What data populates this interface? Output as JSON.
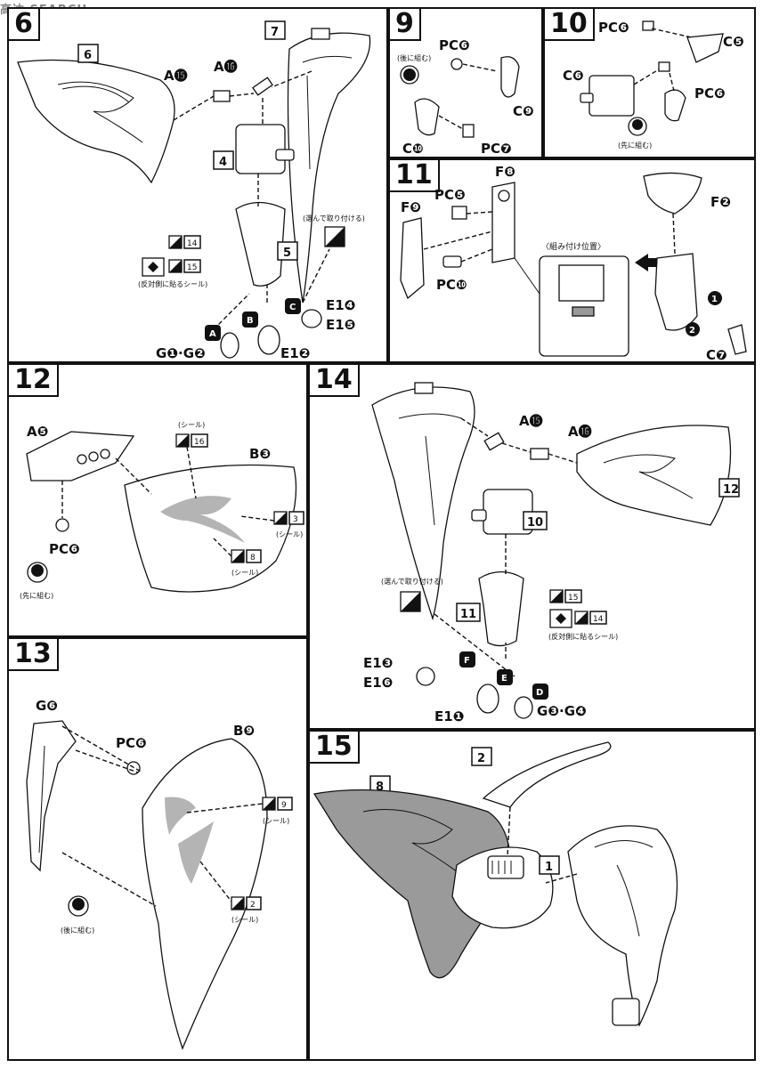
{
  "watermark": "高达 SEARCH",
  "steps": {
    "s6": {
      "num": "6"
    },
    "s9": {
      "num": "9"
    },
    "s10": {
      "num": "10"
    },
    "s11": {
      "num": "11"
    },
    "s12": {
      "num": "12"
    },
    "s13": {
      "num": "13"
    },
    "s14": {
      "num": "14"
    },
    "s15": {
      "num": "15"
    }
  },
  "p6": {
    "box6": "6",
    "box7": "7",
    "box4": "4",
    "box5": "5",
    "a15": "A⓯",
    "a16": "A⓰",
    "note_choose": "(選んで取り付ける)",
    "seal14": "14",
    "seal15": "15",
    "note_opposite": "(反対側に貼るシール)",
    "optA": "A",
    "optB": "B",
    "optC": "C",
    "g1g2": "G❶·G❷",
    "e12": "E1❷",
    "e14": "E1❹",
    "e15": "E1❺"
  },
  "p9": {
    "pcc": "PC❻",
    "c9": "C❾",
    "c10": "C❿",
    "pcg": "PC❼",
    "note_later": "(後に組む)"
  },
  "p10": {
    "pcf1": "PC❻",
    "c5": "C❺",
    "c6": "C❻",
    "pcf2": "PC❻",
    "note_first": "(先に組む)"
  },
  "p11": {
    "f8": "F❽",
    "f9": "F❾",
    "pce": "PC❺",
    "pcj": "PC❿",
    "position": "〈組み付け位置〉",
    "f2": "F❷",
    "c7": "C❼",
    "n1": "1",
    "n2": "2"
  },
  "p12": {
    "a5": "A❺",
    "b3": "B❸",
    "seal_top": "(シール)",
    "seal16": "16",
    "seal3": "3",
    "seal3_note": "(シール)",
    "seal8": "8",
    "seal8_note": "(シール)",
    "pcc": "PC❻",
    "note_first": "(先に組む)"
  },
  "p13": {
    "g6": "G❻",
    "b9": "B❾",
    "pcc": "PC❻",
    "seal9": "9",
    "seal9_note": "(シール)",
    "seal2": "2",
    "seal2_note": "(シール)",
    "note_later": "(後に組む)"
  },
  "p14": {
    "a15": "A⓯",
    "a16": "A⓰",
    "box12": "12",
    "box10": "10",
    "box11": "11",
    "note_choose": "(選んで取り付ける)",
    "seal15": "15",
    "seal14": "14",
    "note_opposite": "(反対側に貼るシール)",
    "e13": "E1❸",
    "e16": "E1❻",
    "e11": "E1❶",
    "optF": "F",
    "optE": "E",
    "optD": "D",
    "g3g4": "G❸·G❹"
  },
  "p15": {
    "box8": "8",
    "box2": "2",
    "box1": "1"
  }
}
